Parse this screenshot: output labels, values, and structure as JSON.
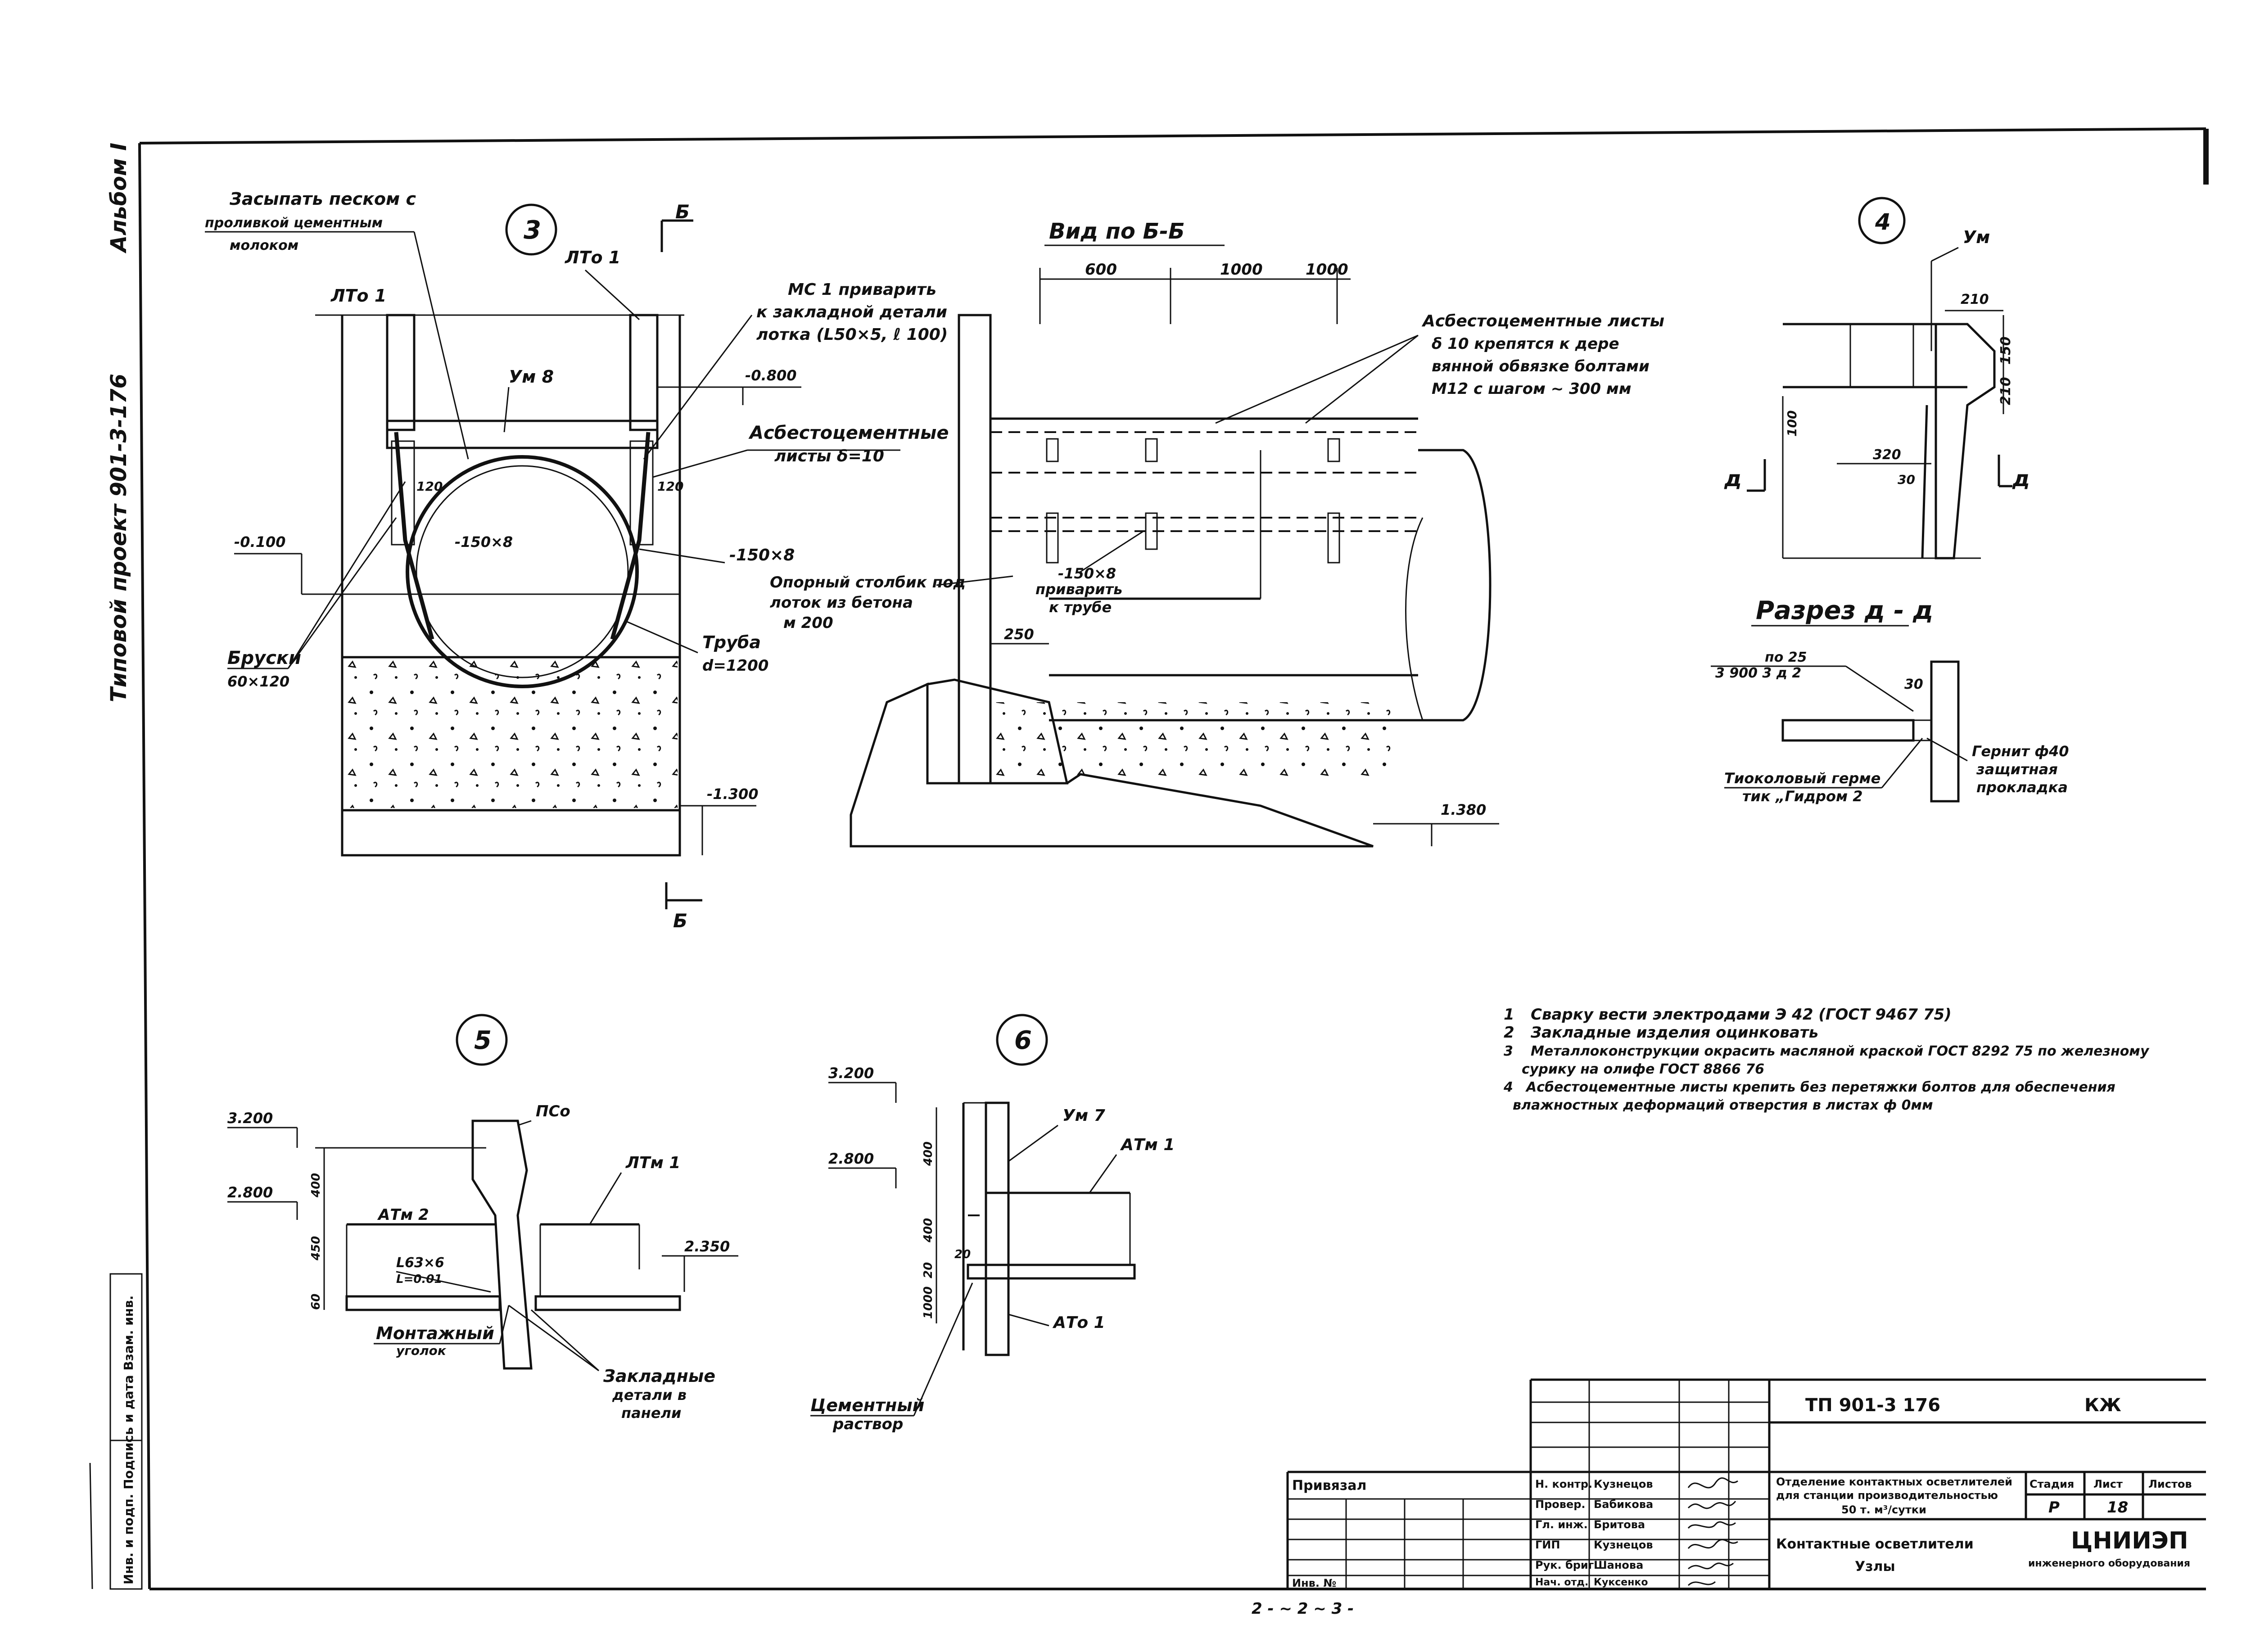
{
  "margin_text": {
    "vertical_title": "Типовой проект 901-3-176",
    "sheet_code": "Альбом I"
  },
  "side_stamp": "Инв. и подп. Подпись и дата Взам. инв.",
  "node3": {
    "number": "3",
    "fill_note_1": "Засыпать песком с",
    "fill_note_2": "проливкой цементным",
    "fill_note_3": "молоком",
    "lto1_left": "ЛТо 1",
    "lto1_right": "ЛТо 1",
    "um8": "Ум 8",
    "mc1_1": "МС 1 приварить",
    "mc1_2": "к закладной детали",
    "mc1_3": "лотка (L50×5, ℓ 100)",
    "elev_0800": "-0.800",
    "asb_1": "Асбестоцементные",
    "asb_2": "листы δ=10",
    "d120_left": "120",
    "d120_right": "120",
    "strip_1": "-150×8",
    "strip_2": "-150×8",
    "elev_0100": "-0.100",
    "truba_1": "Труба",
    "truba_2": "d=1200",
    "bruski_1": "Бруски",
    "bruski_2": "60×120",
    "elev_1300": "-1.300",
    "section_mark_b_top": "Б",
    "section_mark_b_bottom": "Б"
  },
  "viewB": {
    "title": "Вид по Б-Б",
    "dim_600": "600",
    "dim_1000a": "1000",
    "dim_1000b": "1000",
    "asb_1": "Асбестоцементные листы",
    "asb_2": "δ 10 крепятся к дере",
    "asb_3": "вянной обвязке болтами",
    "asb_4": "М12 с шагом ~ 300 мм",
    "strip": "-150×8",
    "weld_1": "приварить",
    "weld_2": "к трубе",
    "support_1": "Опорный столбик под",
    "support_2": "лоток из бетона",
    "support_3": "м 200",
    "dim_250": "250",
    "elev_1380": "1.380"
  },
  "node4": {
    "number": "4",
    "um": "Ум",
    "dim_210a": "210",
    "dim_150": "150",
    "dim_210b": "210",
    "dim_100": "100",
    "dim_320": "320",
    "dim_30": "30",
    "mark_left": "д",
    "mark_right": "д"
  },
  "sectionD": {
    "title": "Разрез д - д",
    "ref_1": "по 25",
    "ref_2": "3 900 3 д 2",
    "dim_30": "30",
    "gernit_1": "Гернит ф40",
    "gernit_2": "защитная",
    "gernit_3": "прокладка",
    "tiokol_1": "Тиоколовый герме",
    "tiokol_2": "тик „Гидром 2"
  },
  "node5": {
    "number": "5",
    "elev_3200": "3.200",
    "elev_2800": "2.800",
    "pso": "ПСо",
    "atm2": "АТм 2",
    "ltm1": "ЛТм 1",
    "angle_1": "L63×6",
    "angle_2": "L=0.01",
    "elev_2350": "2.350",
    "dim_400": "400",
    "dim_450": "450",
    "dim_60": "60",
    "mount_1": "Монтажный",
    "mount_2": "уголок",
    "emb_1": "Закладные",
    "emb_2": "детали в",
    "emb_3": "панели"
  },
  "node6": {
    "number": "6",
    "elev_3200": "3.200",
    "elev_2800": "2.800",
    "um7": "Ум 7",
    "atm1": "АТм 1",
    "ato1": "АТо 1",
    "dim_400a": "400",
    "dim_400b": "400",
    "dim_20": "20",
    "dim_20b": "20",
    "dim_1000": "1000",
    "cement_1": "Цементный",
    "cement_2": "раствор"
  },
  "notes": [
    {
      "num": "1",
      "text": "Сварку вести электродами Э 42 (ГОСТ 9467 75)"
    },
    {
      "num": "2",
      "text": "Закладные изделия оцинковать"
    },
    {
      "num": "3",
      "text": "Металлоконструкции окрасить масляной краской ГОСТ 8292 75 по железному"
    },
    {
      "num": "",
      "text": "сурику на олифе ГОСТ 8866 76"
    },
    {
      "num": "4",
      "text": "Асбестоцементные листы крепить без перетяжки болтов для обеспечения"
    },
    {
      "num": "",
      "text": "влажностных деформаций отверстия в листах ф 0мм"
    }
  ],
  "title_block": {
    "project_code": "ТП 901-3 176",
    "mark": "КЖ",
    "privyazka": "Привязал",
    "inv": "Инв. №",
    "roles": [
      {
        "role": "Н. контр.",
        "name": "Кузнецов"
      },
      {
        "role": "Провер.",
        "name": "Бабикова"
      },
      {
        "role": "Гл. инж.",
        "name": "Бритова"
      },
      {
        "role": "ГИП",
        "name": "Кузнецов"
      },
      {
        "role": "Рук. бриг.",
        "name": "Шанова"
      },
      {
        "role": "Нач. отд.",
        "name": "Куксенко"
      }
    ],
    "object_1": "Отделение контактных осветлителей",
    "object_2": "для станции производительностью",
    "object_3": "50 т. м³/сутки",
    "sheet_title_1": "Контактные осветлители",
    "sheet_title_2": "Узлы",
    "stage_label": "Стадия",
    "sheet_label": "Лист",
    "sheets_label": "Листов",
    "stage": "Р",
    "sheet": "18",
    "org_1": "ЦНИИЭП",
    "org_2": "инженерного оборудования"
  },
  "footer_scribble": "2 - ~ 2 ~ 3 -"
}
